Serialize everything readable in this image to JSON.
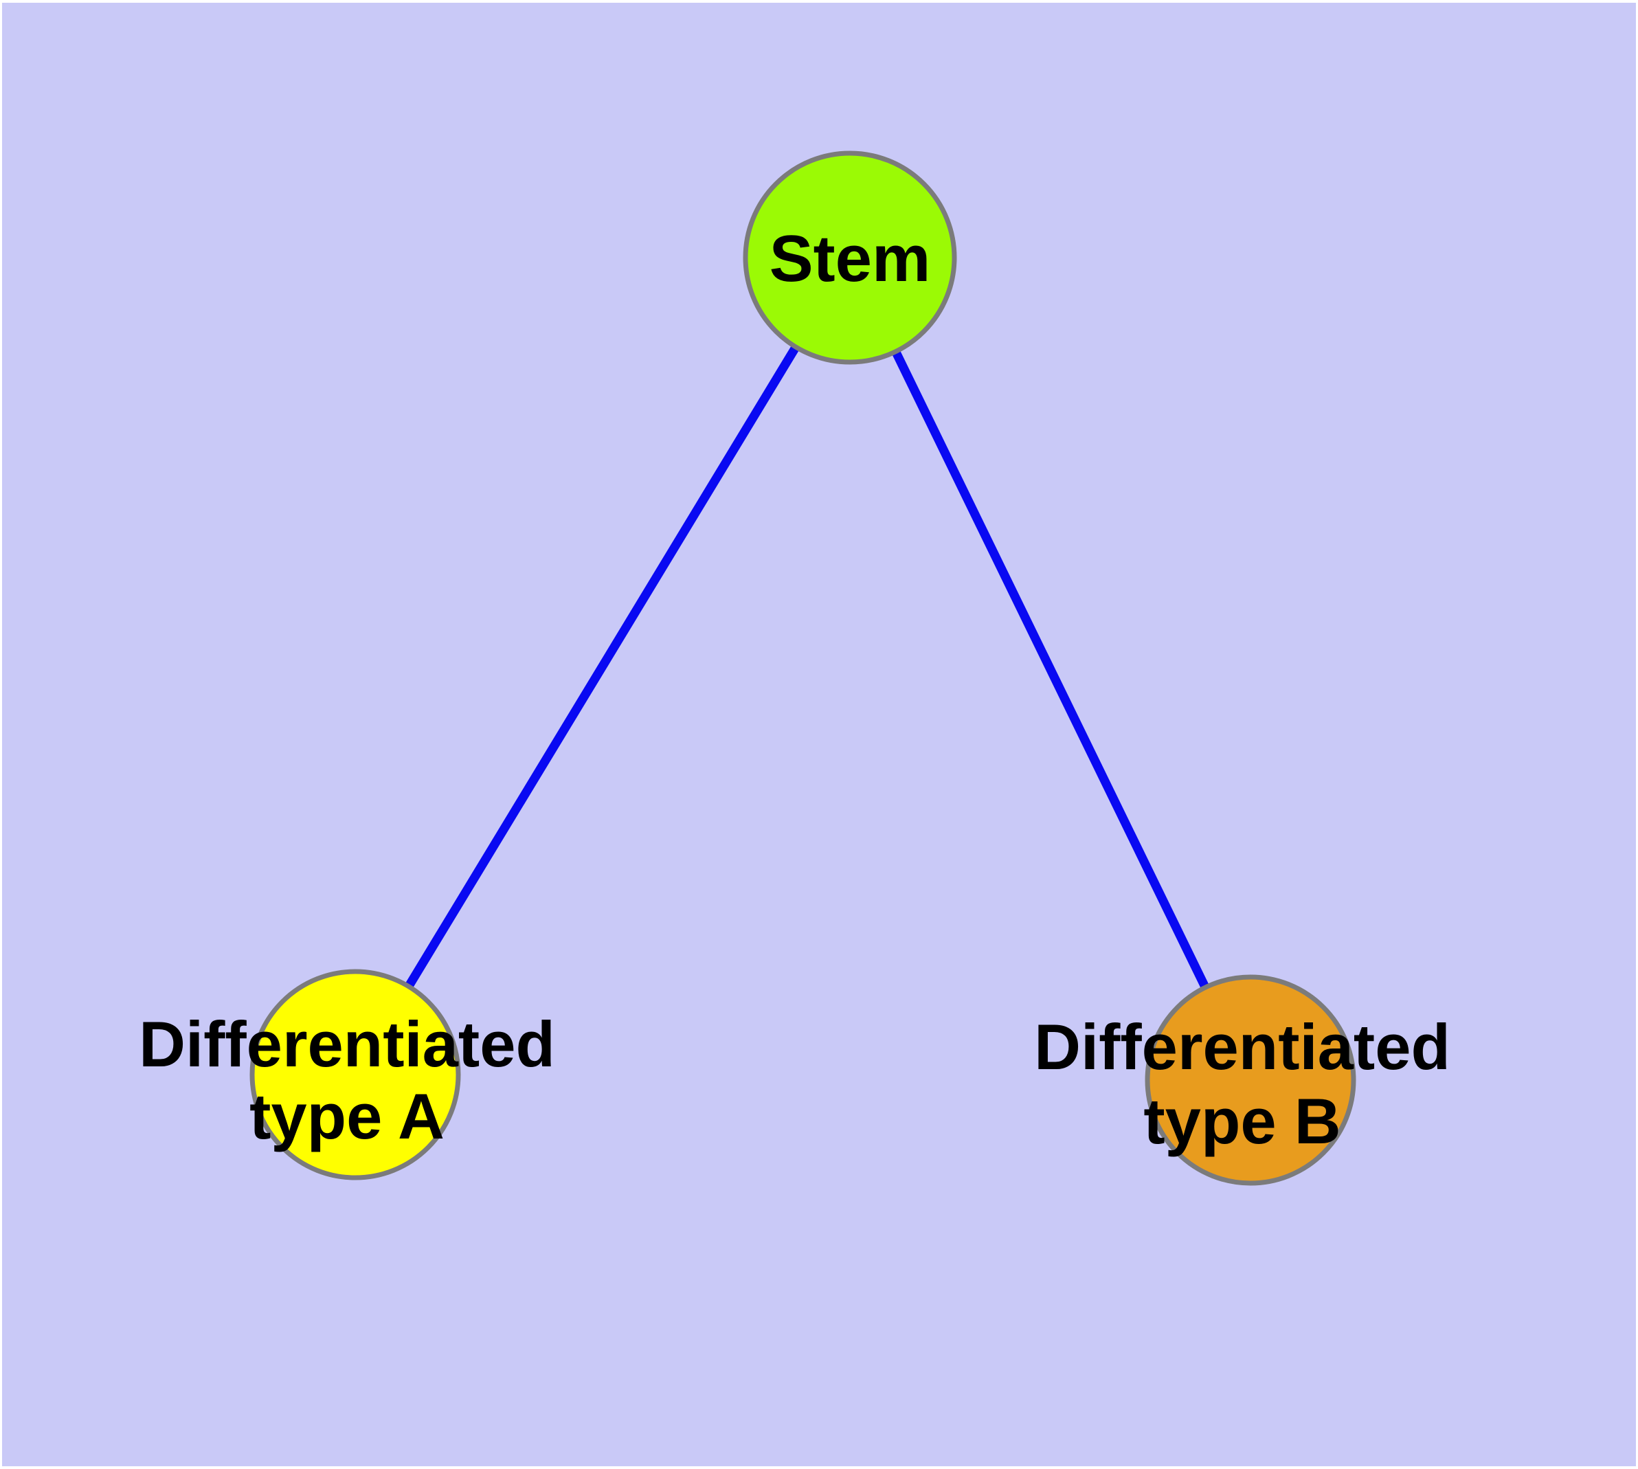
{
  "diagram": {
    "title": "",
    "background_color": "#C9C9F7",
    "frame_color": "#FFFFFF",
    "edge_color": "#0909F2",
    "node_border_color": "#7B7B7B",
    "label_color": "#000000",
    "nodes": {
      "stem": {
        "label": "Stem",
        "fill": "#9BFA05"
      },
      "type_a": {
        "label": "Differentiated type A",
        "line1": "Differentiated",
        "line2": "type A",
        "fill": "#FFFF00"
      },
      "type_b": {
        "label": "Differentiated type B",
        "line1": "Differentiated",
        "line2": "type B",
        "fill": "#E89C1E"
      }
    },
    "edges": [
      {
        "from": "Stem",
        "to": "Differentiated type A"
      },
      {
        "from": "Stem",
        "to": "Differentiated type B"
      }
    ]
  }
}
